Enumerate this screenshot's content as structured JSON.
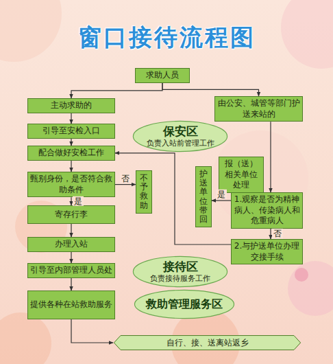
{
  "diagram": {
    "title": "窗口接待流程图",
    "nodes": [
      {
        "text": [
          "求助人员"
        ]
      },
      {
        "text": [
          "主动求助的"
        ]
      },
      {
        "text": [
          "由公安、城管等部门护送来站的"
        ]
      },
      {
        "text": [
          "引导至安检入口"
        ]
      },
      {
        "text": [
          "保安区",
          "负责入站前管理工作"
        ]
      },
      {
        "text": [
          "配合做好安检工作"
        ]
      },
      {
        "text": [
          "甄别身份，是否符合救助条件"
        ]
      },
      {
        "text": [
          "不予救助"
        ]
      },
      {
        "text": [
          "护送单位带回"
        ]
      },
      {
        "text": [
          "报（送）相关单位处理"
        ]
      },
      {
        "text": [
          "1.观察是否为精神病人、传染病人和危重病人"
        ]
      },
      {
        "text": [
          "寄存行李"
        ]
      },
      {
        "text": [
          "2.与护送单位办理交接手续"
        ]
      },
      {
        "text": [
          "办理入站"
        ]
      },
      {
        "text": [
          "引导至内部管理人员处"
        ]
      },
      {
        "text": [
          "接待区",
          "负责接待服务工作"
        ]
      },
      {
        "text": [
          "提供各种在站救助服务"
        ]
      },
      {
        "text": [
          "救助管理服务区"
        ]
      },
      {
        "text": [
          "自行、接、送离站返乡"
        ]
      }
    ],
    "edges": [
      {
        "from": 0,
        "to": 1,
        "arrow": "to"
      },
      {
        "from": 0,
        "to": 2,
        "arrow": "to"
      },
      {
        "from": 1,
        "to": 3,
        "arrow": "to"
      },
      {
        "from": 3,
        "to": 5,
        "arrow": "to"
      },
      {
        "from": 5,
        "to": 6,
        "arrow": "to"
      },
      {
        "from": 6,
        "to": 7,
        "label": "否",
        "arrow": "to"
      },
      {
        "from": 6,
        "to": 11,
        "label": "是",
        "arrow": "to"
      },
      {
        "from": 11,
        "to": 13,
        "arrow": "to"
      },
      {
        "from": 13,
        "to": 14,
        "arrow": "to"
      },
      {
        "from": 14,
        "to": 16,
        "arrow": "to"
      },
      {
        "from": 16,
        "to": 18,
        "arrow": "to"
      },
      {
        "from": 2,
        "to": 10,
        "arrow": "to"
      },
      {
        "from": 10,
        "to": 9,
        "arrow": "to"
      },
      {
        "from": 10,
        "to": 8,
        "label": "是",
        "arrow": "to"
      },
      {
        "from": 10,
        "to": 12,
        "label": "否",
        "arrow": "to"
      },
      {
        "from": 12,
        "to": 5,
        "arrow": "to"
      }
    ]
  }
}
